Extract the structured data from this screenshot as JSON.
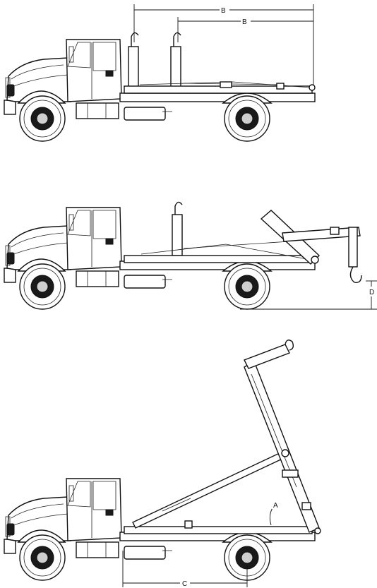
{
  "dimensions": {
    "b_outer": "B",
    "b_inner": "B",
    "angle": "A",
    "wheelbase_offset": "C",
    "drop_height": "D"
  }
}
